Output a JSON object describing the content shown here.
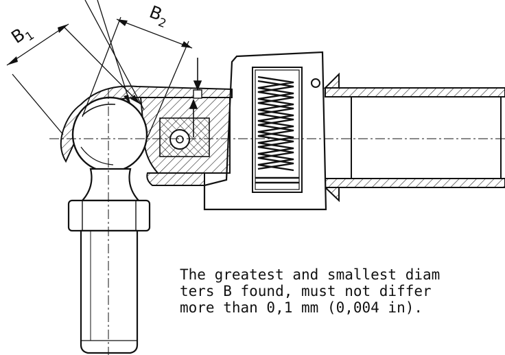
{
  "labels": {
    "b1": {
      "letter": "B",
      "sub": "1"
    },
    "b2": {
      "letter": "B",
      "sub": "2"
    }
  },
  "note": {
    "line1": "The greatest and smallest diam",
    "line2": "ters B found, must not differ",
    "line3": "more than 0,1 mm (0,004 in)."
  }
}
